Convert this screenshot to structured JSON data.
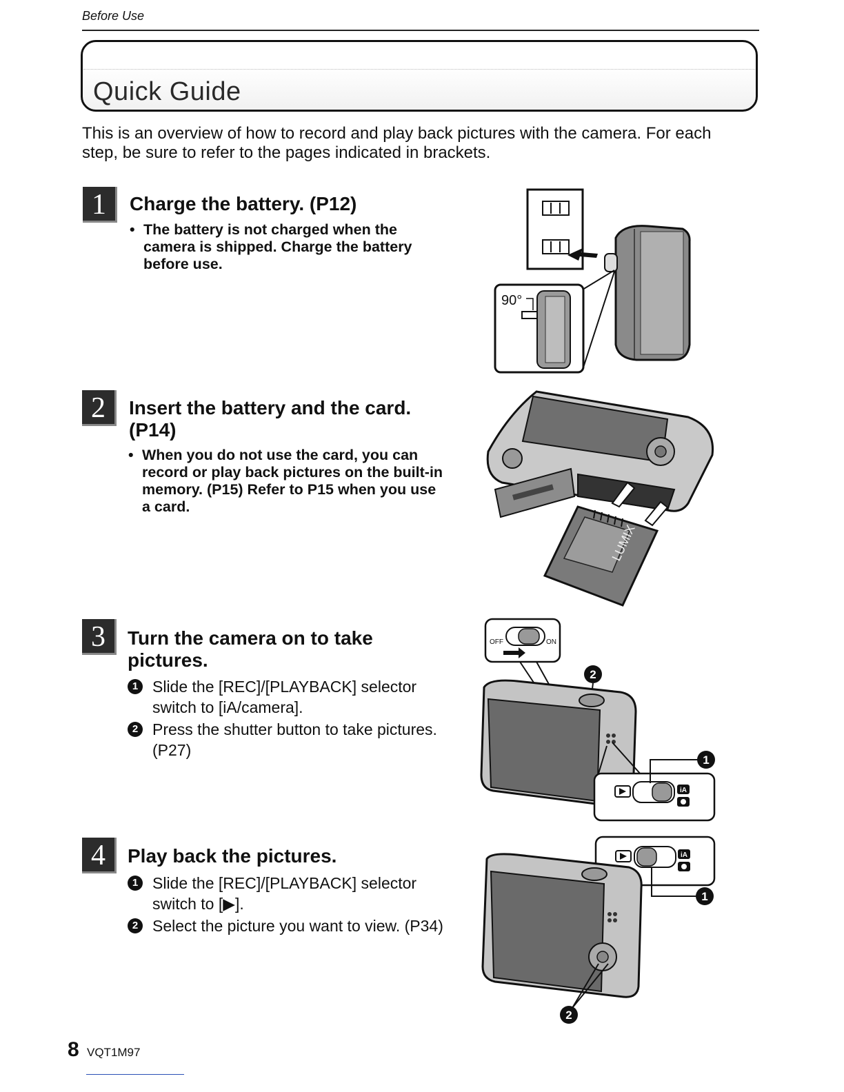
{
  "header": {
    "section": "Before Use"
  },
  "title": "Quick Guide",
  "intro": "This is an overview of how to record and play back pictures with the camera. For each step, be sure to refer to the pages indicated in brackets.",
  "steps": [
    {
      "number": "1",
      "title": "Charge the battery. (P12)",
      "bullets": [
        "The battery is not charged when the camera is shipped. Charge the battery before use."
      ],
      "figure": {
        "angle_label": "90°"
      }
    },
    {
      "number": "2",
      "title": "Insert the battery and the card. (P14)",
      "bullets": [
        "When you do not use the card, you can record or play back pictures on the built-in memory. (P15) Refer to P15 when you use a card."
      ],
      "figure": {
        "brand": "LUMIX"
      }
    },
    {
      "number": "3",
      "title": "Turn the camera on to take pictures.",
      "items": [
        {
          "marker": "1",
          "text": "Slide the [REC]/[PLAYBACK] selector switch to [iA/camera]."
        },
        {
          "marker": "2",
          "text": "Press the shutter button to take pictures. (P27)"
        }
      ],
      "figure": {
        "off_label": "OFF",
        "on_label": "ON",
        "callout_1": "1",
        "callout_2": "2",
        "ia_label": "iA"
      }
    },
    {
      "number": "4",
      "title": "Play back the pictures.",
      "items": [
        {
          "marker": "1",
          "text": "Slide the [REC]/[PLAYBACK] selector switch to [▶]."
        },
        {
          "marker": "2",
          "text": "Select the picture you want to view. (P34)"
        }
      ],
      "figure": {
        "callout_1": "1",
        "callout_2": "2",
        "ia_label": "iA"
      }
    }
  ],
  "footer": {
    "page_number": "8",
    "doc_code": "VQT1M97"
  }
}
